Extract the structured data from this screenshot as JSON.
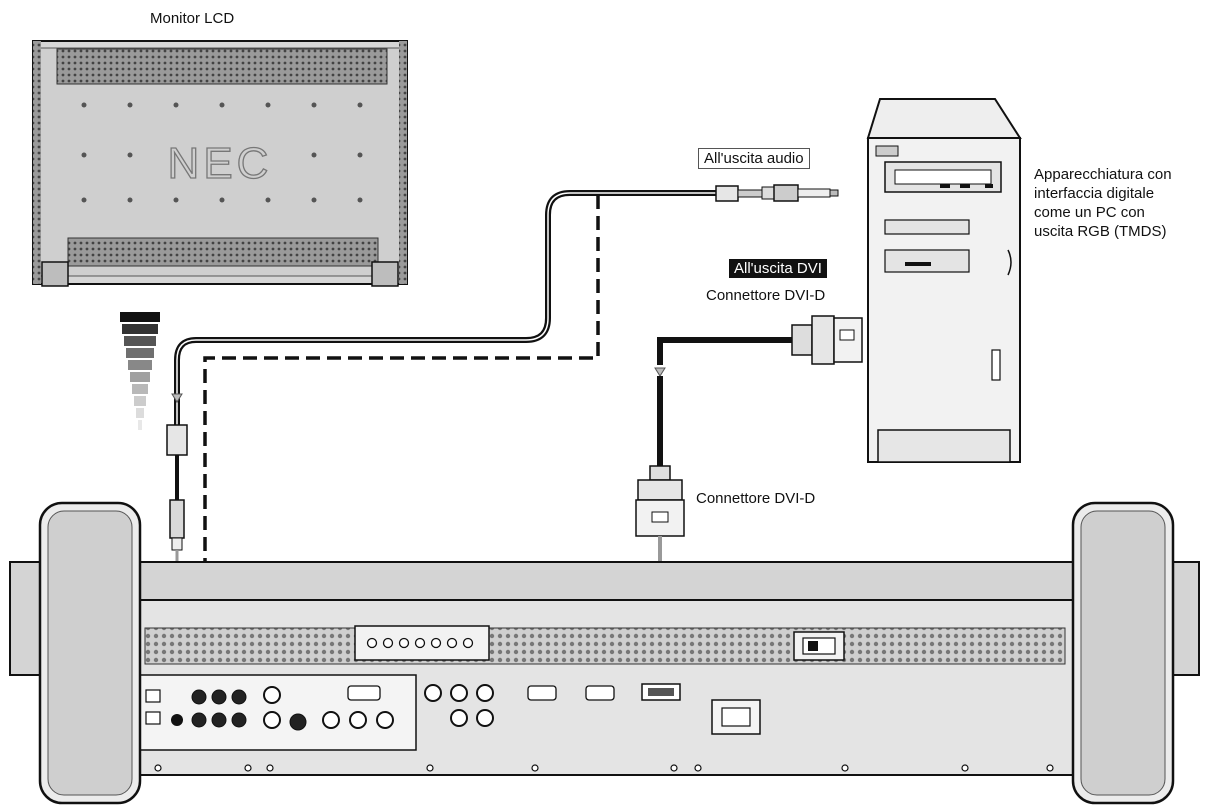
{
  "labels": {
    "monitor": "Monitor LCD",
    "audio_out": "All'uscita audio",
    "dvi_out": "All'uscita DVI",
    "dvi_connector_pc": "Connettore DVI-D",
    "dvi_connector_monitor": "Connettore DVI-D",
    "pc_description": [
      "Apparecchiatura con",
      "interfaccia digitale",
      "come un PC con",
      "uscita RGB (TMDS)"
    ]
  },
  "brand_logo": "NEC",
  "colors": {
    "ink": "#111111",
    "device_fill": "#d9d9d9",
    "device_dark": "#bdbdbd",
    "panel_fill": "#f2f2f2"
  },
  "icons": {
    "gradient_indicator": "signal-gradient-icon",
    "cable_arrow": "triangle-down-icon"
  }
}
